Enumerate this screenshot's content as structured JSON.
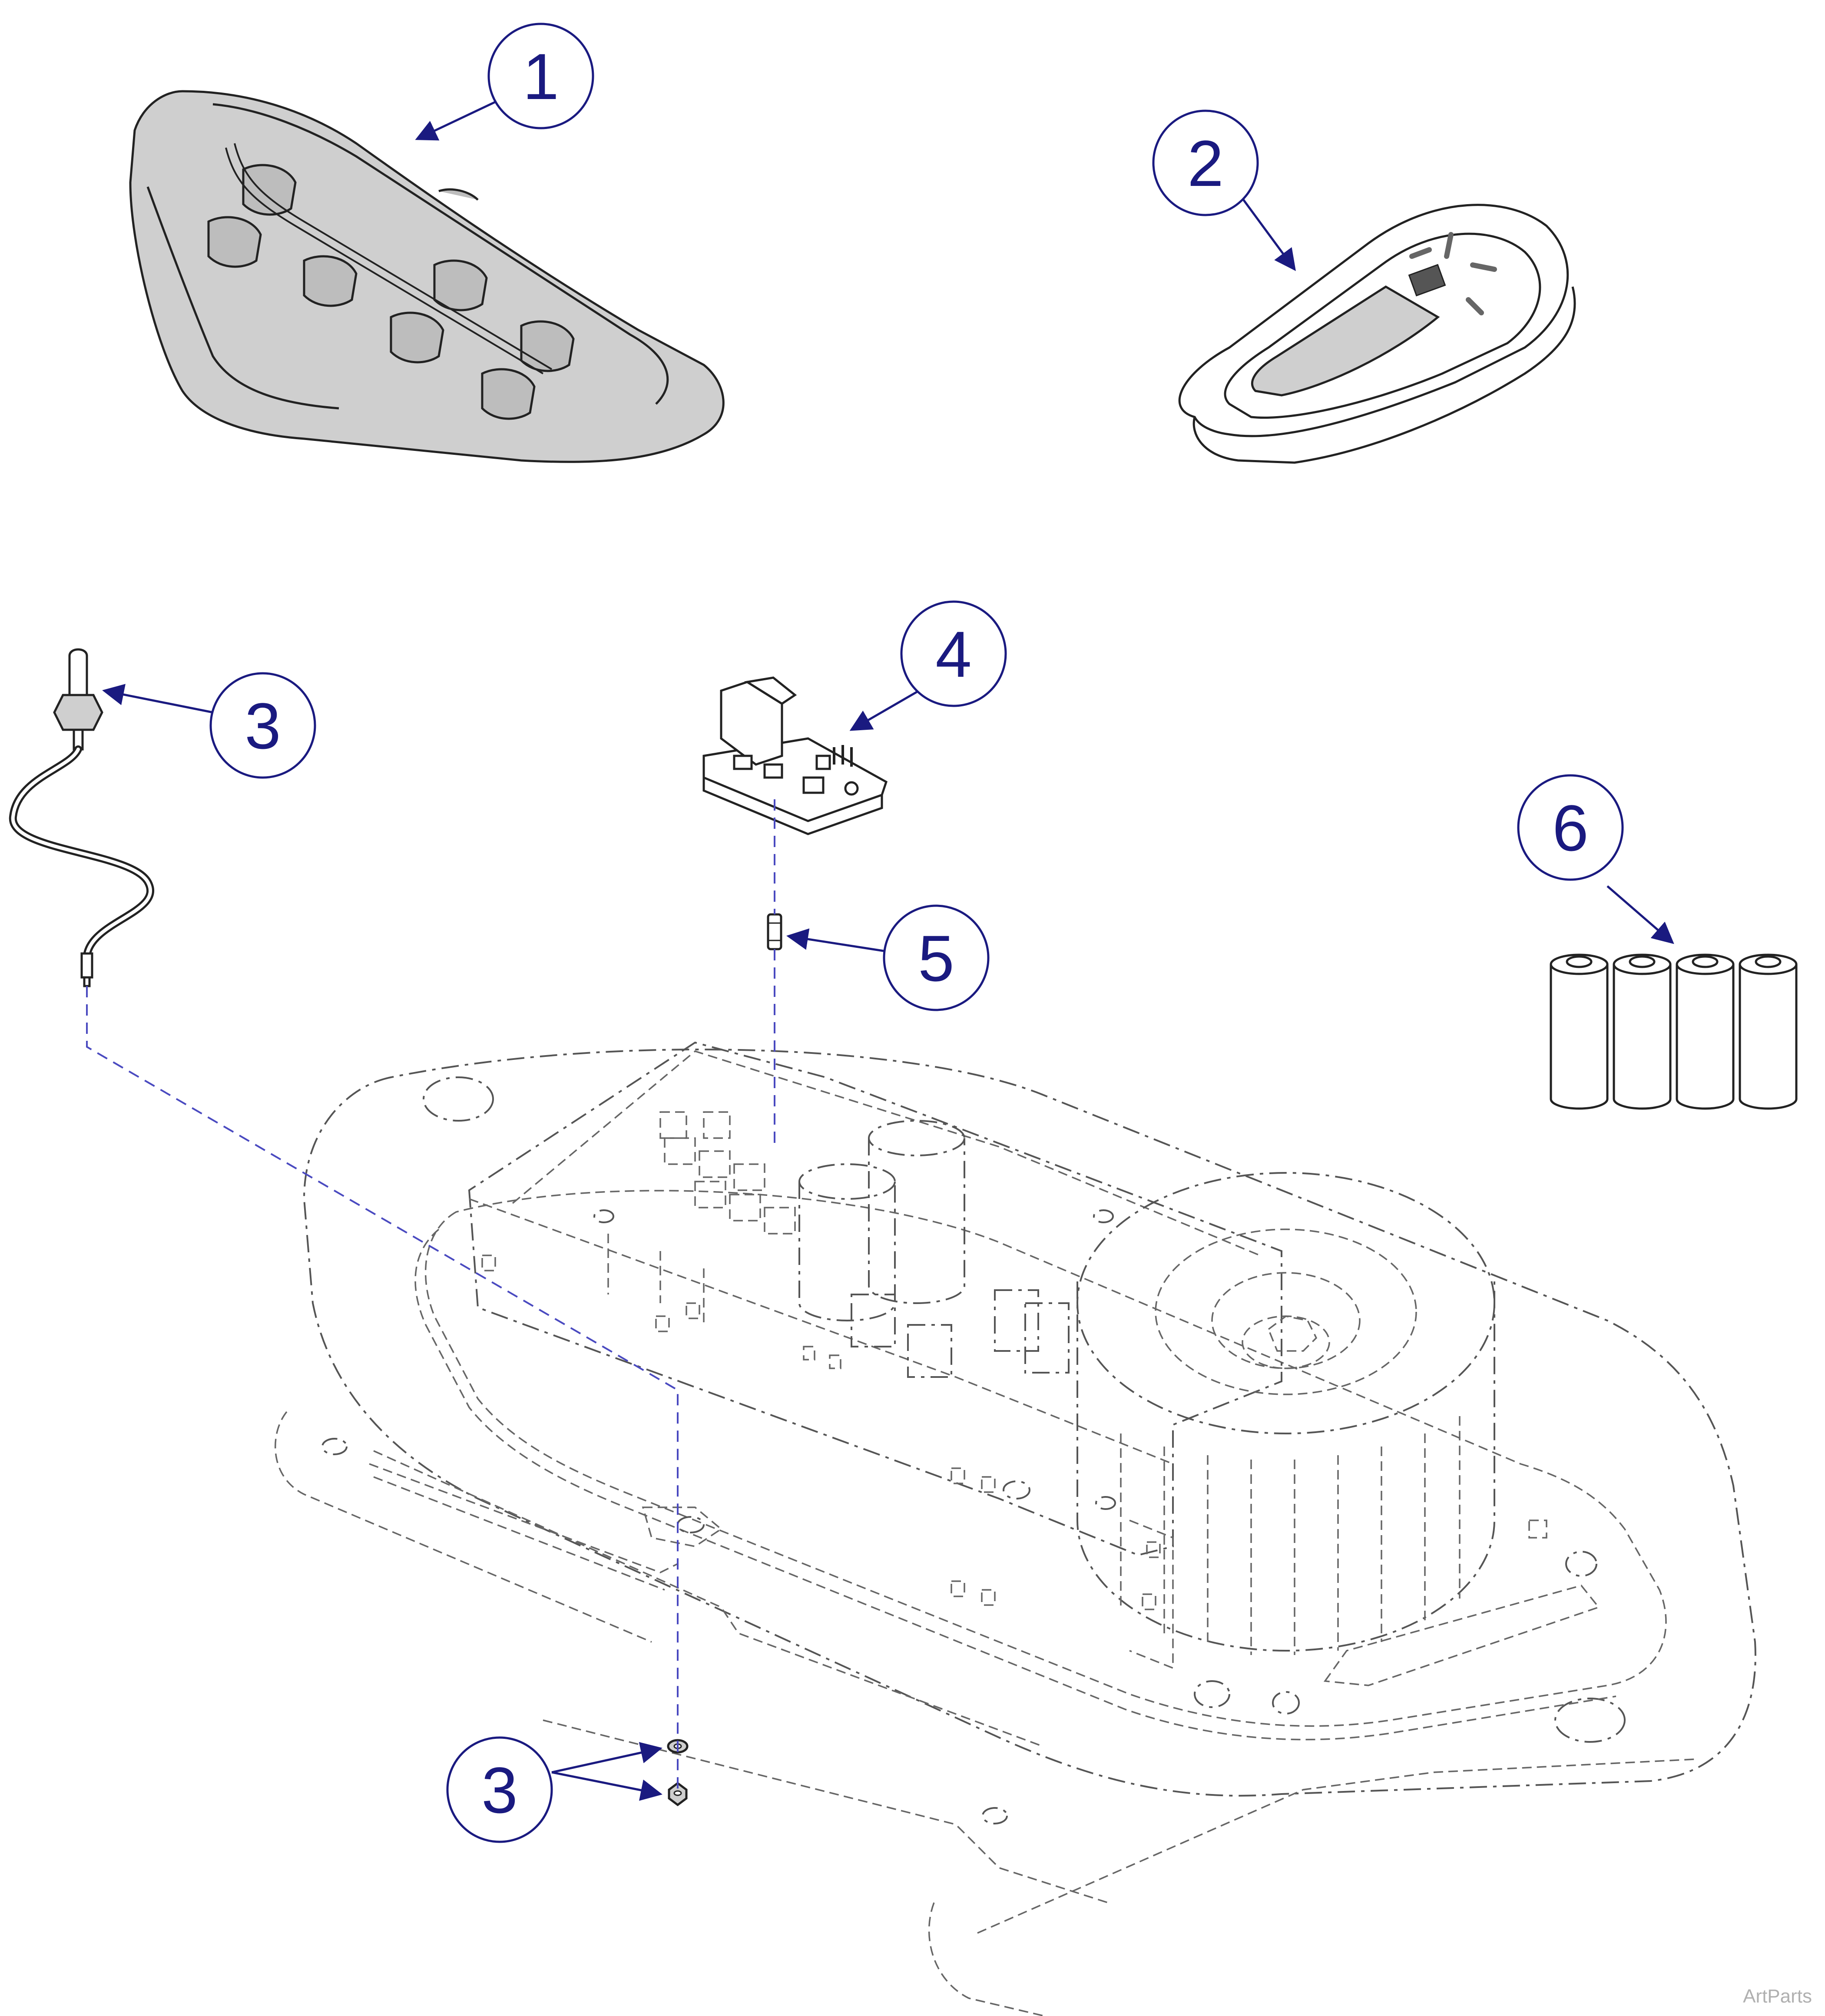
{
  "callouts": {
    "c1": "1",
    "c2": "2",
    "c3_top": "3",
    "c3_bottom": "3",
    "c4": "4",
    "c5": "5",
    "c6": "6"
  },
  "watermark": "ArtParts",
  "colors": {
    "callout": "#1a1a80",
    "assembly_line": "#4a4ac0",
    "part_fill": "#cfcfcf"
  }
}
